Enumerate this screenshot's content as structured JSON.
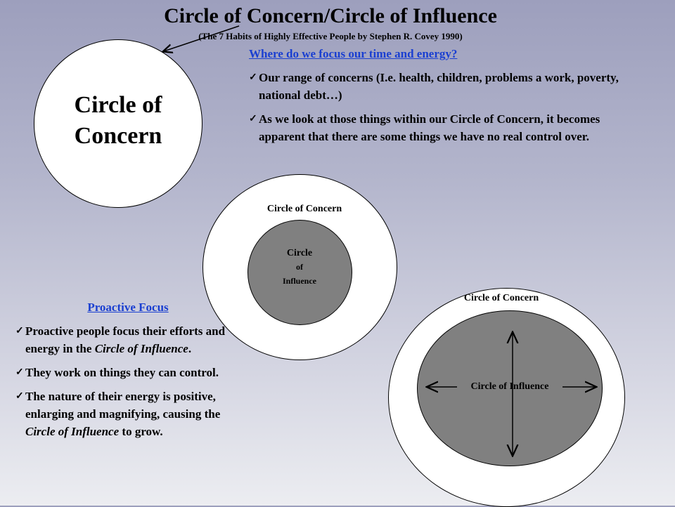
{
  "title": "Circle of Concern/Circle of Influence",
  "subtitle": "(The 7 Habits of Highly Effective People by Stephen R. Covey 1990)",
  "big_circle_label": "Circle of\nConcern",
  "focus": {
    "heading": "Where do we focus our time and energy?",
    "items": [
      "Our range of concerns (I.e. health, children, problems a work, poverty, national debt…)",
      "As we look at those things within our Circle of Concern, it becomes apparent that there are some things we have no real control over."
    ]
  },
  "middle_diagram": {
    "outer_label": "Circle of Concern",
    "inner_line1": "Circle",
    "inner_line2": "of",
    "inner_line3": "Influence"
  },
  "proactive": {
    "heading": "Proactive Focus",
    "items": [
      [
        "Proactive people focus their efforts and energy in the ",
        "Circle of Influence",
        "."
      ],
      [
        "They work on things they can control.",
        "",
        ""
      ],
      [
        "The nature of their energy is positive, enlarging and magnifying, causing the ",
        "Circle of Influence",
        " to grow."
      ]
    ]
  },
  "right_diagram": {
    "outer_label": "Circle of Concern",
    "inner_label": "Circle of Influence"
  },
  "check_icon": "✓"
}
